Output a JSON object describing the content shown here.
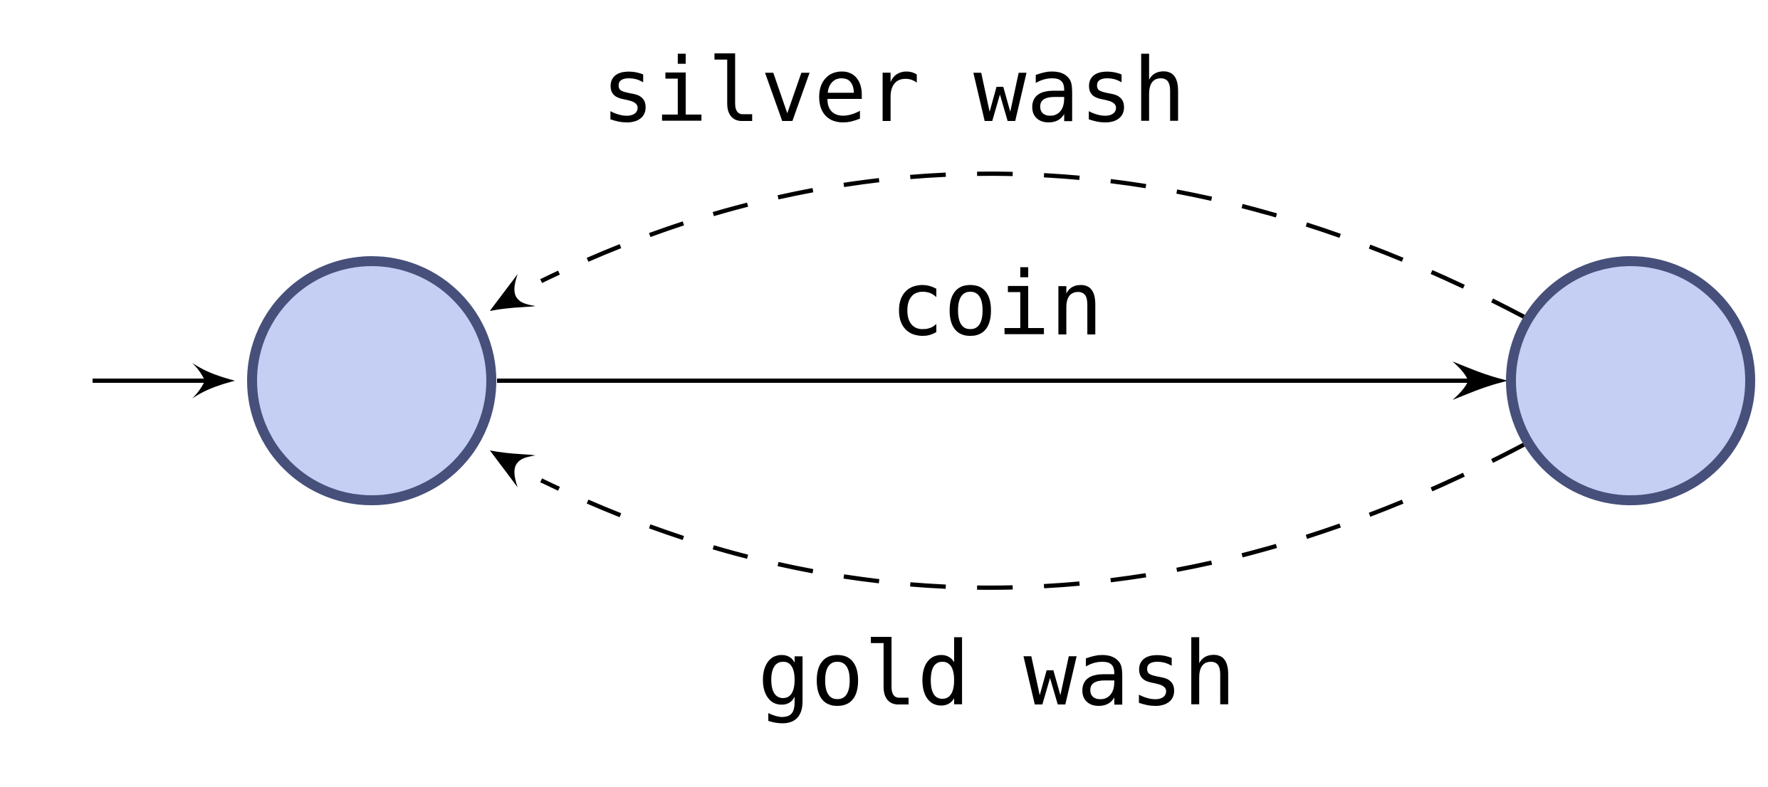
{
  "diagram": {
    "type": "state-machine",
    "colors": {
      "state_fill": "#c5cef3",
      "state_stroke": "#47507a",
      "edge": "#000000",
      "background": "#ffffff"
    },
    "states": [
      {
        "id": "state-left",
        "label": "",
        "initial": true
      },
      {
        "id": "state-right",
        "label": ""
      }
    ],
    "transitions": [
      {
        "id": "coin",
        "from": "state-left",
        "to": "state-right",
        "label": "coin",
        "style": "solid"
      },
      {
        "id": "silver-wash",
        "from": "state-right",
        "to": "state-left",
        "label": "silver wash",
        "style": "dashed"
      },
      {
        "id": "gold-wash",
        "from": "state-right",
        "to": "state-left",
        "label": "gold wash",
        "style": "dashed"
      }
    ]
  }
}
